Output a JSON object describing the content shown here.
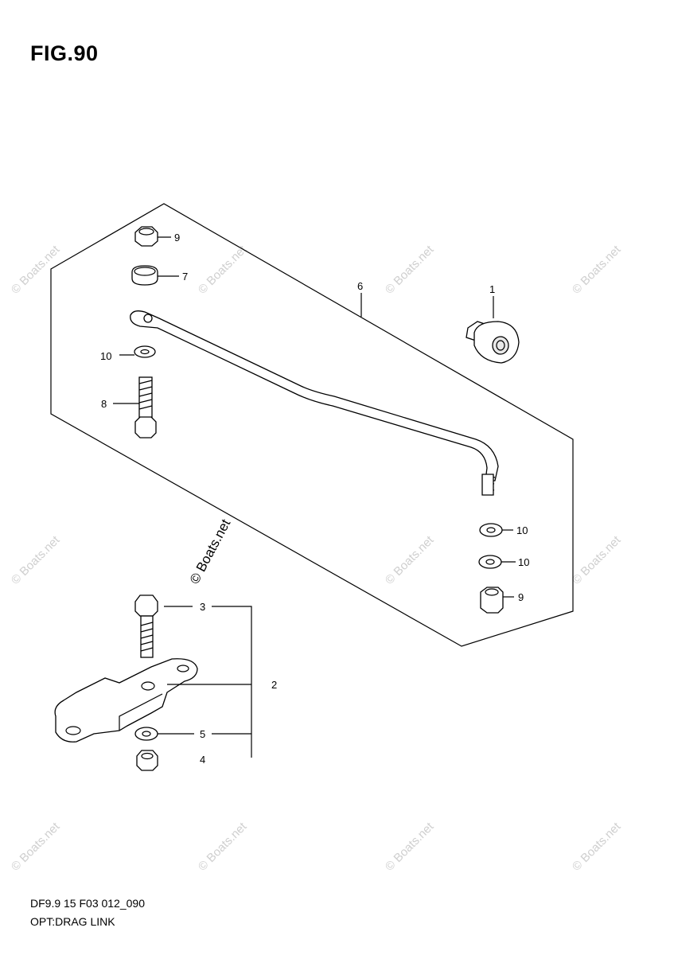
{
  "figure": {
    "title": "FIG.90",
    "model_code": "DF9.9 15 F03 012_090",
    "description": "OPT:DRAG LINK"
  },
  "callouts": {
    "c1": "1",
    "c2": "2",
    "c3": "3",
    "c4": "4",
    "c5": "5",
    "c6": "6",
    "c7": "7",
    "c8": "8",
    "c9a": "9",
    "c9b": "9",
    "c10a": "10",
    "c10b": "10",
    "c10c": "10"
  },
  "watermark": {
    "text": "© Boats.net"
  }
}
